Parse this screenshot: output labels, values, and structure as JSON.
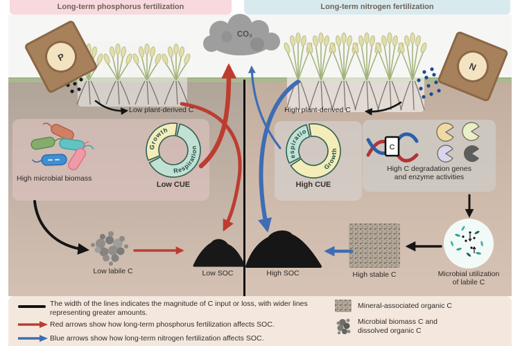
{
  "banners": {
    "phosphorus": "Long-term phosphorus fertilization",
    "nitrogen": "Long-term nitrogen fertilization"
  },
  "co2_label": "CO₂",
  "p_side": {
    "bag_letter": "P",
    "plant_c_label": "Low plant-derived C",
    "microbial_biomass_label": "High microbial biomass",
    "cue": {
      "caption": "Low CUE",
      "segments": [
        {
          "label": "Growth",
          "pct": 35,
          "color": "#f4edb9"
        },
        {
          "label": "Respiration",
          "pct": 65,
          "color": "#c2e1d5"
        }
      ]
    },
    "labile_label": "Low labile C",
    "soc_label": "Low SOC"
  },
  "n_side": {
    "bag_letter": "N",
    "plant_c_label": "High plant-derived C",
    "cue": {
      "caption": "High CUE",
      "segments": [
        {
          "label": "Respiration",
          "pct": 30,
          "color": "#c2e1d5"
        },
        {
          "label": "Growth",
          "pct": 70,
          "color": "#f4edb9"
        }
      ]
    },
    "genes_line1": "High C degradation genes",
    "genes_line2": "and enzyme activities",
    "dna_box_letter": "C",
    "stable_label": "High stable C",
    "microbe_line1": "Microbial utilization",
    "microbe_line2": "of labile C",
    "soc_label": "High SOC"
  },
  "legend": {
    "line_item": "The width of the lines indicates the magnitude of C input or loss, with wider lines representing greater amounts.",
    "red_item": "Red arrows show how long-term phosphorus fertilization affects SOC.",
    "blue_item": "Blue arrows show how long-term nitrogen fertilization affects SOC.",
    "mineral_item": "Mineral-associated organic C",
    "microbial_item_line1": "Microbial biomass C and",
    "microbial_item_line2": "dissolved organic C"
  },
  "colors": {
    "red_arrow": "#bd3c30",
    "blue_arrow": "#3f6cb4",
    "black_arrow": "#151515",
    "banner_p_bg": "#f7d9de",
    "banner_n_bg": "#d9eaef",
    "growth_segment": "#f4edb9",
    "respiration_segment": "#c2e1d5",
    "donut_ring": "#2f5f51",
    "legend_bg": "#f4e8de"
  }
}
